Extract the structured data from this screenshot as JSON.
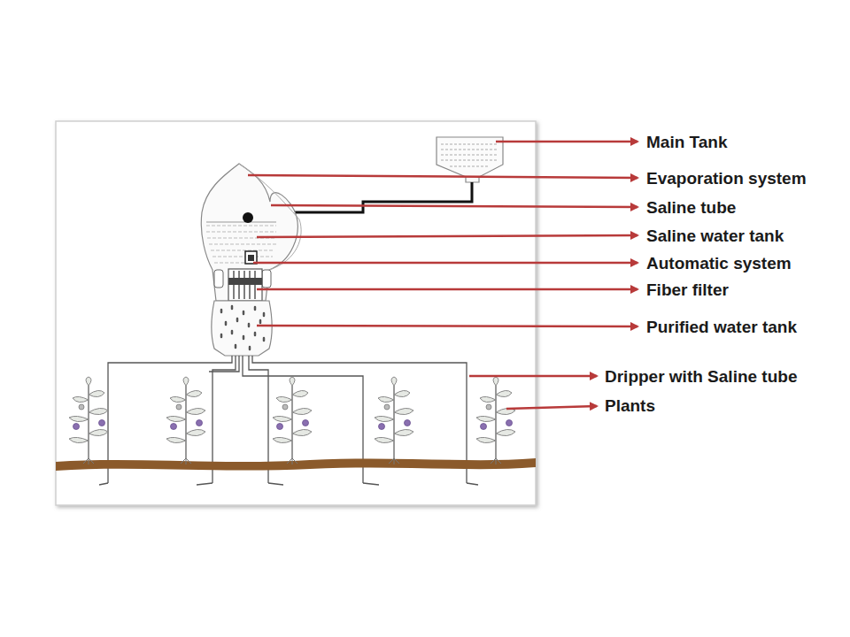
{
  "diagram": {
    "labels": [
      "Main Tank",
      "Evaporation system",
      "Saline tube",
      "Saline water tank",
      "Automatic system",
      "Fiber filter",
      "Purified water tank",
      "Dripper with Saline tube",
      "Plants"
    ]
  }
}
